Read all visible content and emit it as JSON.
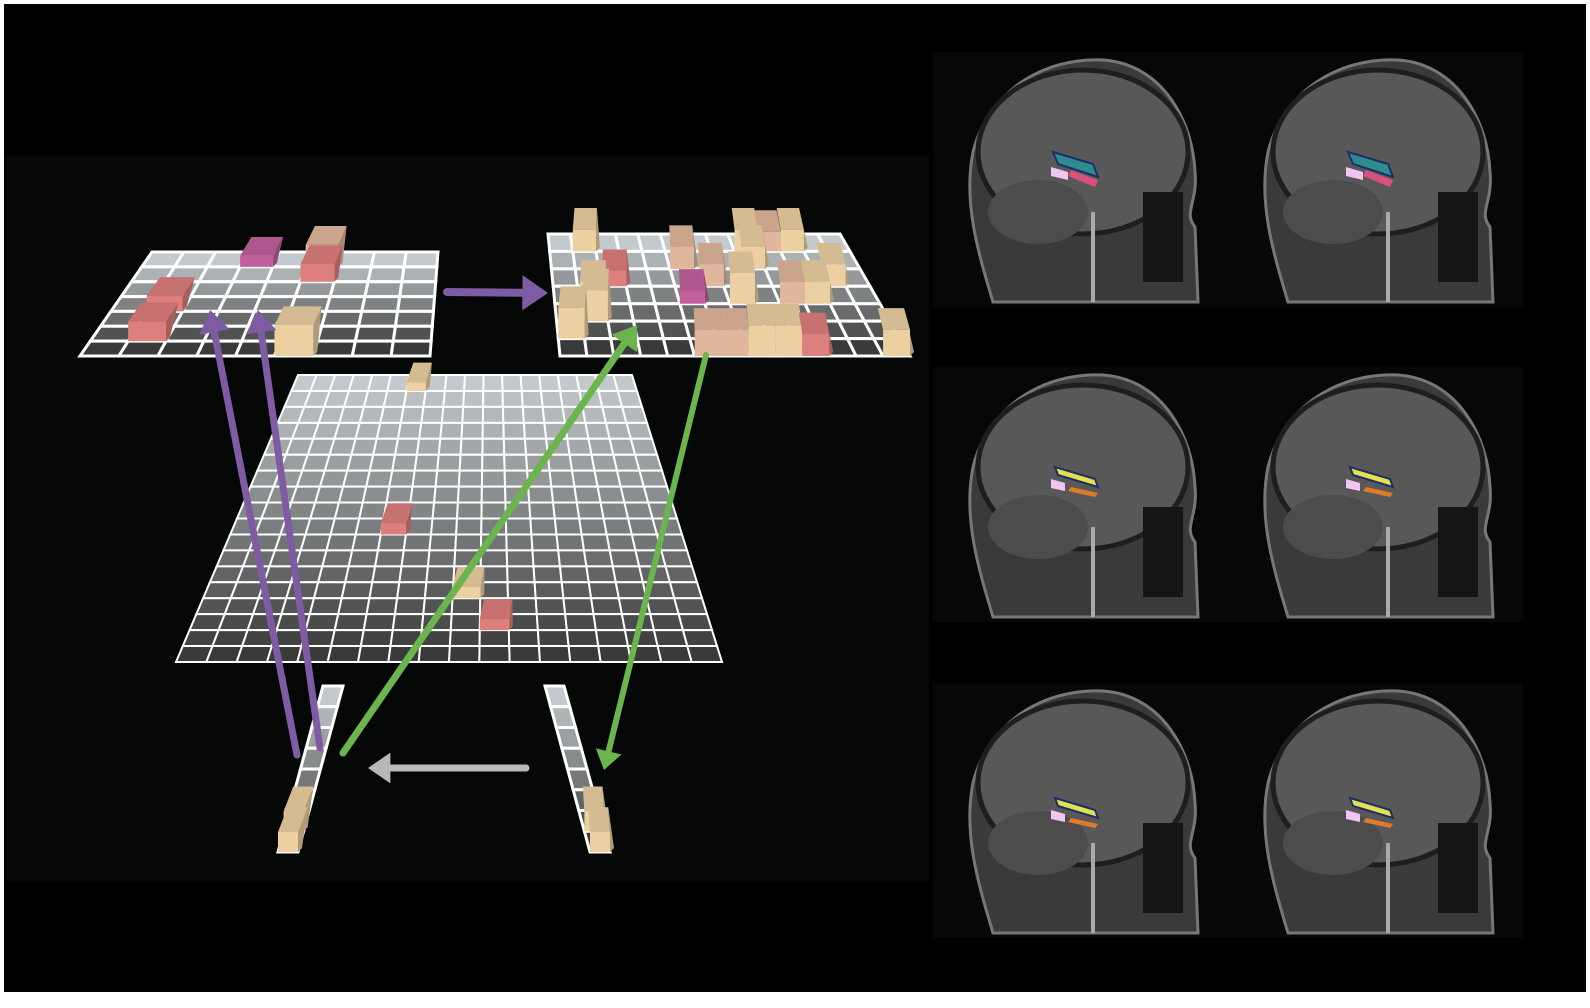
{
  "colors": {
    "background": "#000000",
    "panel": "#050707",
    "grid_light": "#c3c9cc",
    "grid_dark": "#3a3a3a",
    "grid_lines": "#ffffff",
    "cube_tan": "#ecd0a2",
    "cube_peach": "#e0b79c",
    "cube_red": "#dd7f7c",
    "cube_magenta": "#c2609e",
    "arrow_purple": "#7f5ba3",
    "arrow_purple_light": "#b3a0d3",
    "arrow_green": "#6cb44e",
    "arrow_green_light": "#a7d79a",
    "arrow_gray": "#b8b8b8",
    "seg_teal": "#2e8c8c",
    "seg_navy": "#1d2f6b",
    "seg_pink": "#d9517a",
    "seg_lilac": "#f0c6f0",
    "seg_yellow": "#e6e04a",
    "seg_orange": "#e07b2a"
  },
  "mri_panels": [
    {
      "row": 1,
      "labels": [
        "teal",
        "navy",
        "pink",
        "lilac"
      ]
    },
    {
      "row": 1,
      "labels": [
        "teal",
        "navy",
        "pink",
        "lilac"
      ]
    },
    {
      "row": 2,
      "labels": [
        "navy",
        "yellow",
        "orange",
        "lilac"
      ]
    },
    {
      "row": 2,
      "labels": [
        "navy",
        "yellow",
        "orange",
        "lilac"
      ]
    },
    {
      "row": 3,
      "labels": [
        "navy",
        "yellow",
        "orange",
        "lilac"
      ]
    },
    {
      "row": 3,
      "labels": [
        "navy",
        "yellow",
        "orange",
        "lilac"
      ]
    }
  ]
}
